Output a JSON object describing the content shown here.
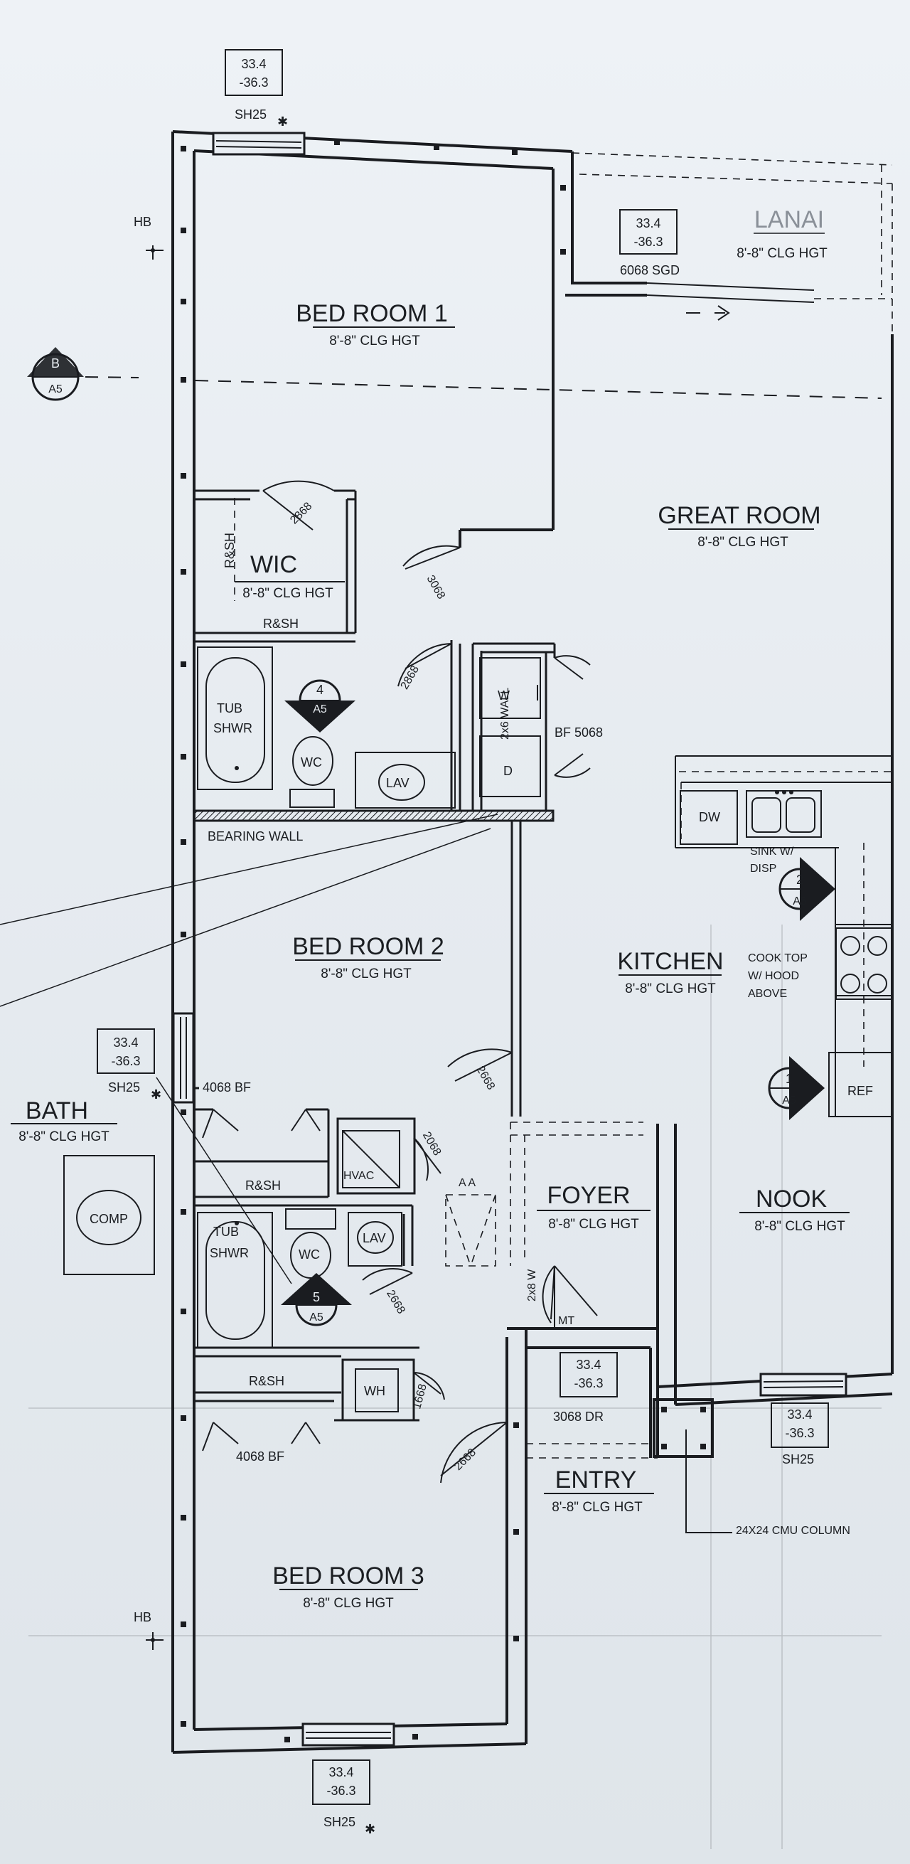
{
  "rooms": {
    "bedroom1": {
      "name": "BED ROOM 1",
      "height": "8'-8\" CLG HGT"
    },
    "wic": {
      "name": "WIC",
      "height": "8'-8\" CLG HGT"
    },
    "lanai": {
      "name": "LANAI",
      "height": "8'-8\" CLG HGT"
    },
    "great_room": {
      "name": "GREAT ROOM",
      "height": "8'-8\" CLG HGT"
    },
    "bedroom2": {
      "name": "BED ROOM 2",
      "height": "8'-8\" CLG HGT"
    },
    "kitchen": {
      "name": "KITCHEN",
      "height": "8'-8\" CLG HGT"
    },
    "bath": {
      "name": "BATH",
      "height": "8'-8\" CLG HGT"
    },
    "foyer": {
      "name": "FOYER",
      "height": "8'-8\" CLG HGT"
    },
    "nook": {
      "name": "NOOK",
      "height": "8'-8\" CLG HGT"
    },
    "entry": {
      "name": "ENTRY",
      "height": "8'-8\" CLG HGT"
    },
    "bedroom3": {
      "name": "BED ROOM 3",
      "height": "8'-8\" CLG HGT"
    }
  },
  "window_tags": {
    "line1": "33.4",
    "line2": "-36.3",
    "code": "SH25"
  },
  "openings": {
    "sgd": "6068 SGD",
    "bf_closet": "BF 5068",
    "bf_4068_a": "4068 BF",
    "bf_4068_b": "4068 BF",
    "door_2868_wic": "2868",
    "door_3068_bed1": "3068",
    "door_2868_bath1": "2868",
    "door_2668_bed2": "2668",
    "door_2068_hvac": "2068",
    "door_2668_bath2": "2668",
    "door_1668_wh": "1668",
    "door_2668_bed3": "2668",
    "entry_door": "3068 DR"
  },
  "fixtures": {
    "tub": "TUB",
    "shwr": "SHWR",
    "wc": "WC",
    "lav": "LAV",
    "washer": "W",
    "dryer": "D",
    "dw": "DW",
    "sink": "SINK W/",
    "disp": "DISP",
    "cooktop": "COOK TOP",
    "hood": "W/ HOOD",
    "above": "ABOVE",
    "ref": "REF",
    "hvac": "HVAC",
    "wh": "WH",
    "mt": "MT",
    "comp": "COMP",
    "rsh": "R&SH",
    "hb": "HB",
    "aa": "A A"
  },
  "notes": {
    "bearing_wall": "BEARING WALL",
    "wall_2x6": "2x6 WALL",
    "wall_2x8": "2x8 W",
    "column": "24X24 CMU COLUMN"
  },
  "markers": {
    "section_b": {
      "top": "B",
      "bottom": "A5"
    },
    "detail_4": {
      "top": "4",
      "bottom": "A5"
    },
    "detail_2": {
      "top": "2",
      "bottom": "A5"
    },
    "detail_1": {
      "top": "1",
      "bottom": "A5"
    },
    "detail_5": {
      "top": "5",
      "bottom": "A5"
    }
  },
  "colors": {
    "ink": "#1a1c20",
    "paper": "#e9eef3",
    "hatch": "#1a1c20"
  }
}
